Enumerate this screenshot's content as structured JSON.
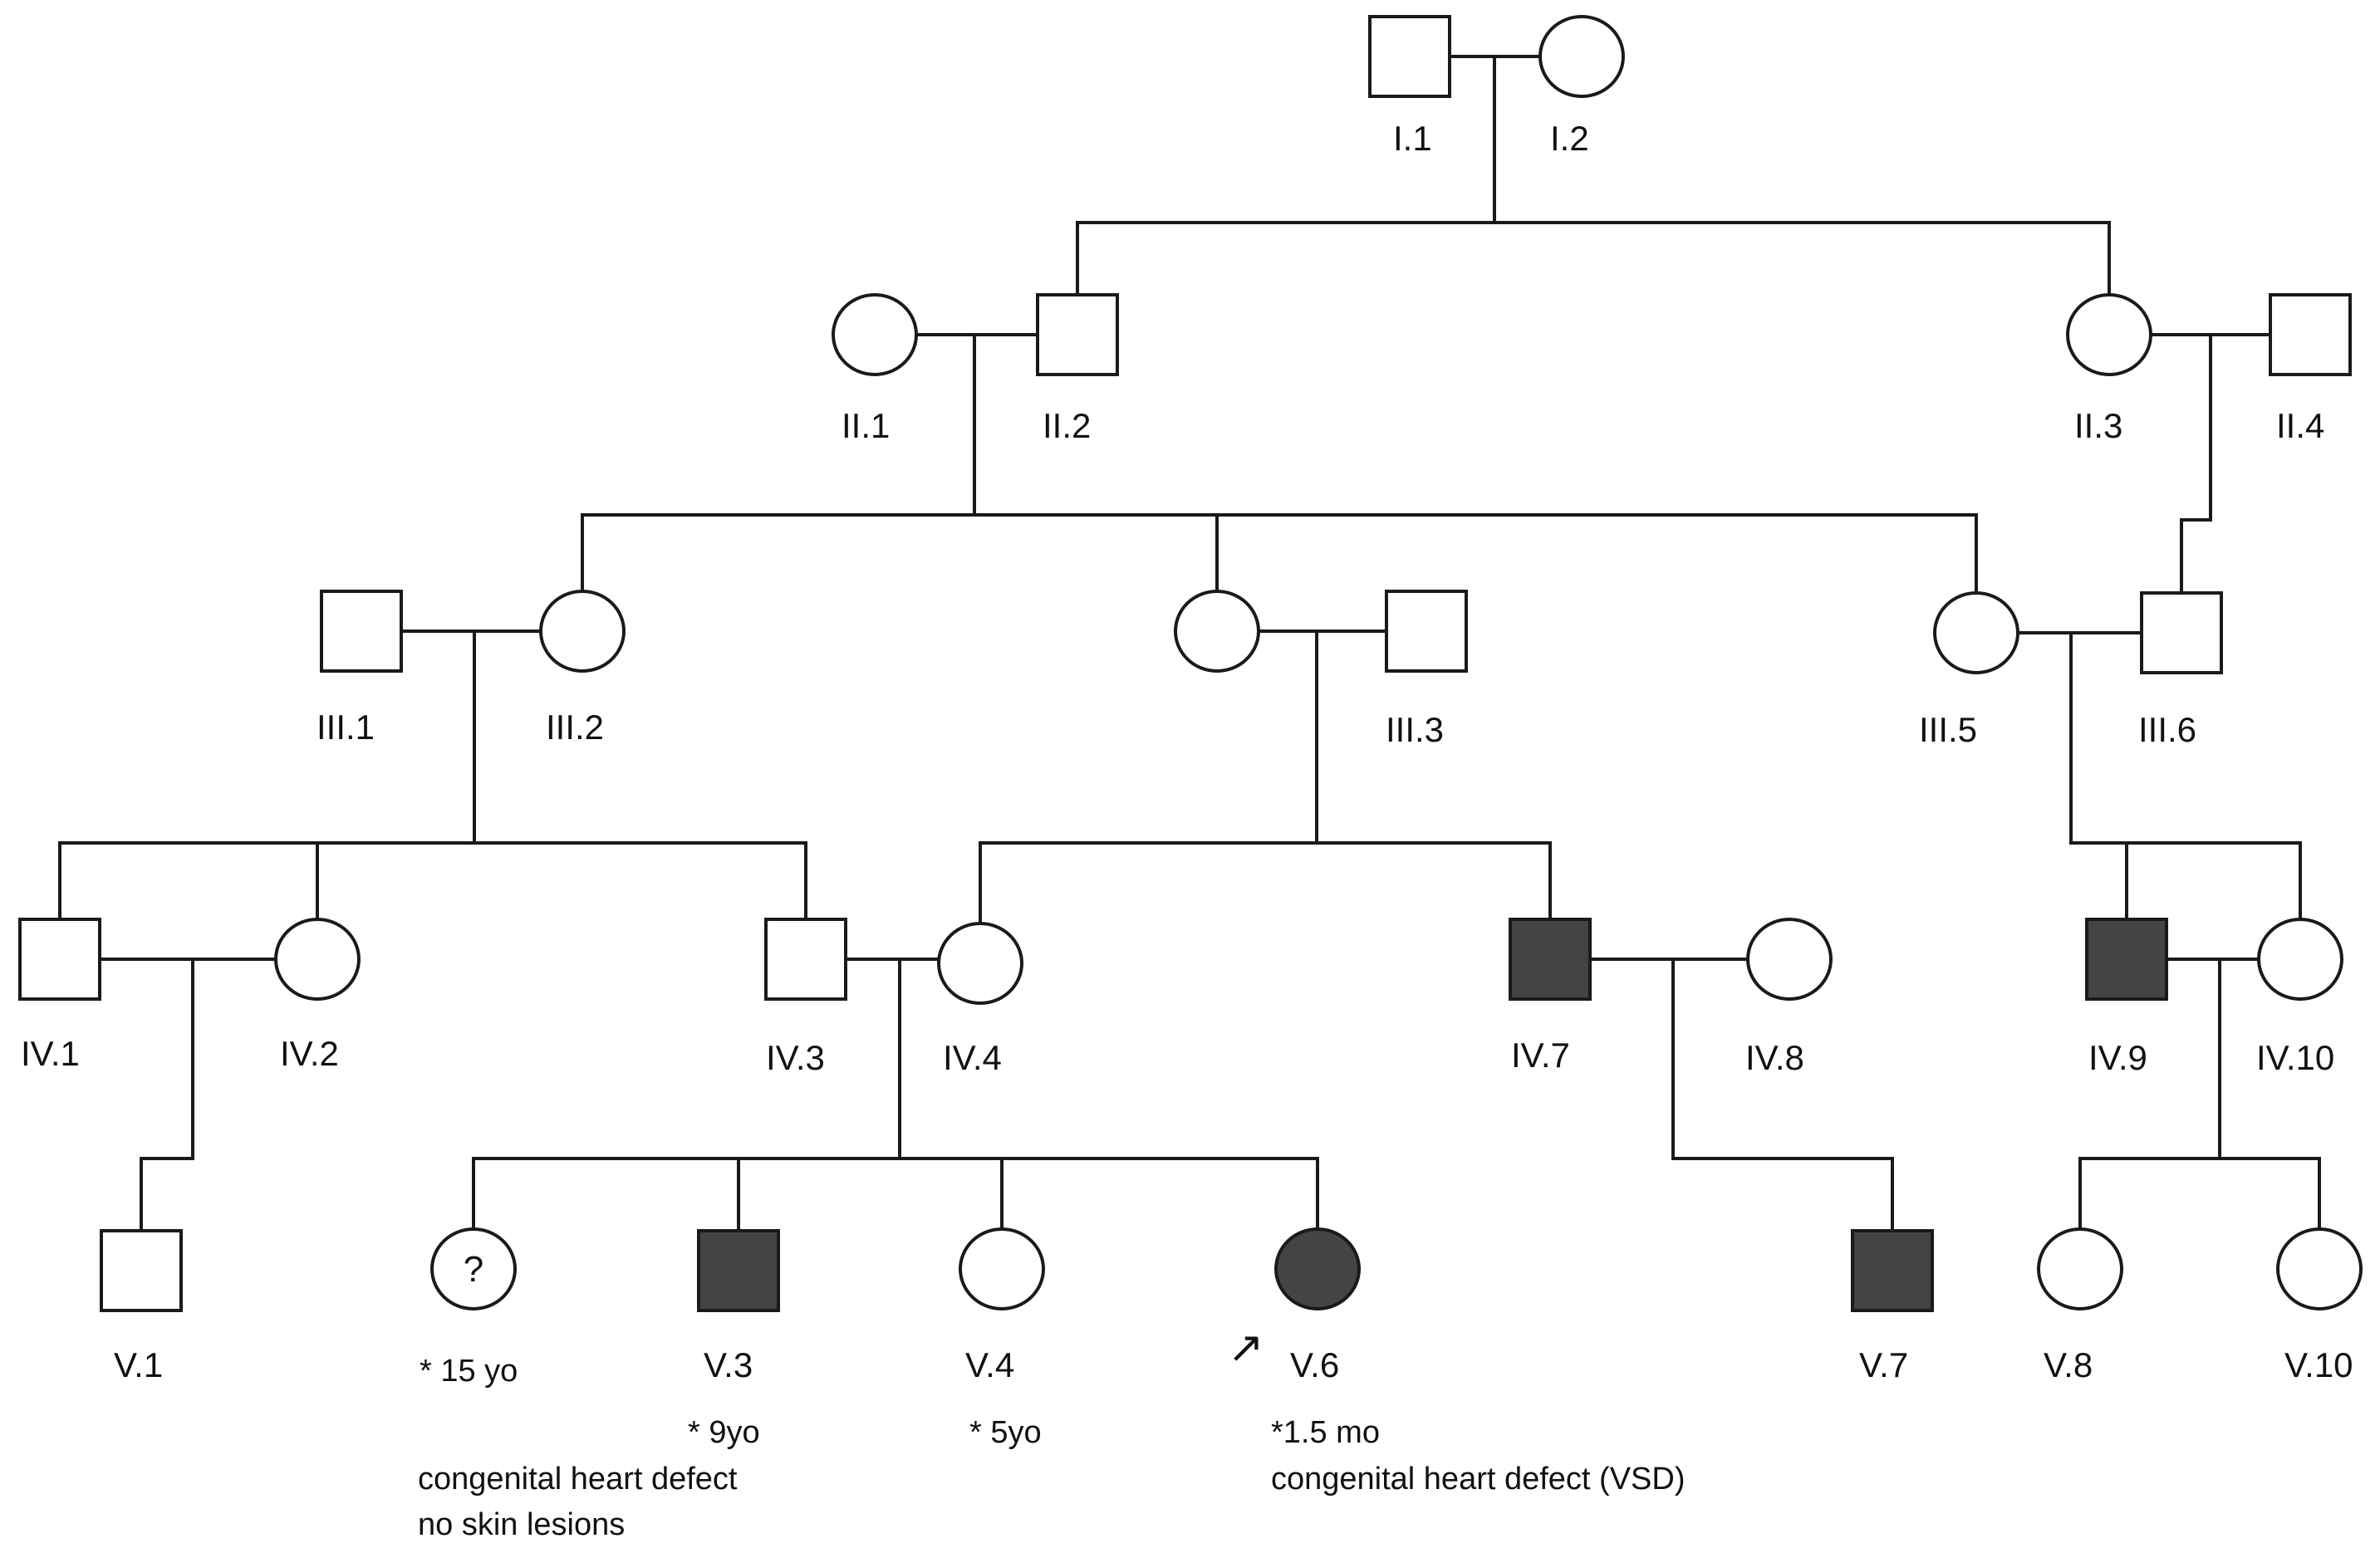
{
  "colors": {
    "line": "#1a1a1a",
    "affected_fill": "#444444",
    "unaffected_fill": "#ffffff"
  },
  "individuals": [
    {
      "id": "I1",
      "sex": "male",
      "affected": false,
      "label": "I.1"
    },
    {
      "id": "I2",
      "sex": "female",
      "affected": false,
      "label": "I.2"
    },
    {
      "id": "II1",
      "sex": "female",
      "affected": false,
      "label": "II.1"
    },
    {
      "id": "II2",
      "sex": "male",
      "affected": false,
      "label": "II.2"
    },
    {
      "id": "II3",
      "sex": "female",
      "affected": false,
      "label": "II.3"
    },
    {
      "id": "II4",
      "sex": "male",
      "affected": false,
      "label": "II.4"
    },
    {
      "id": "III1",
      "sex": "male",
      "affected": false,
      "label": "III.1"
    },
    {
      "id": "III2",
      "sex": "female",
      "affected": false,
      "label": "III.2"
    },
    {
      "id": "IIIf",
      "sex": "female",
      "affected": false,
      "label": ""
    },
    {
      "id": "III3",
      "sex": "male",
      "affected": false,
      "label": "III.3"
    },
    {
      "id": "III5",
      "sex": "female",
      "affected": false,
      "label": "III.5"
    },
    {
      "id": "III6",
      "sex": "male",
      "affected": false,
      "label": "III.6"
    },
    {
      "id": "IV1",
      "sex": "male",
      "affected": false,
      "label": "IV.1"
    },
    {
      "id": "IV2",
      "sex": "female",
      "affected": false,
      "label": "IV.2"
    },
    {
      "id": "IV3",
      "sex": "male",
      "affected": false,
      "label": "IV.3"
    },
    {
      "id": "IV4",
      "sex": "female",
      "affected": false,
      "label": "IV.4"
    },
    {
      "id": "IV7",
      "sex": "male",
      "affected": true,
      "label": "IV.7"
    },
    {
      "id": "IV8",
      "sex": "female",
      "affected": false,
      "label": "IV.8"
    },
    {
      "id": "IV9",
      "sex": "male",
      "affected": true,
      "label": "IV.9"
    },
    {
      "id": "IV10",
      "sex": "female",
      "affected": false,
      "label": "IV.10"
    },
    {
      "id": "V1",
      "sex": "male",
      "affected": false,
      "label": "V.1"
    },
    {
      "id": "V2",
      "sex": "female",
      "affected": false,
      "label": "",
      "unknown_mark": "?"
    },
    {
      "id": "V3",
      "sex": "male",
      "affected": true,
      "label": "V.3"
    },
    {
      "id": "V4",
      "sex": "female",
      "affected": false,
      "label": "V.4"
    },
    {
      "id": "V6",
      "sex": "female",
      "affected": true,
      "label": "V.6",
      "proband": true
    },
    {
      "id": "V7",
      "sex": "male",
      "affected": true,
      "label": "V.7"
    },
    {
      "id": "V8",
      "sex": "female",
      "affected": false,
      "label": "V.8"
    },
    {
      "id": "V10",
      "sex": "female",
      "affected": false,
      "label": "V.10"
    }
  ],
  "annotations": [
    {
      "id": "V2_age",
      "text": "* 15 yo"
    },
    {
      "id": "V3_age",
      "text": "* 9yo"
    },
    {
      "id": "V3_note1",
      "text": "congenital heart defect"
    },
    {
      "id": "V3_note2",
      "text": "no skin lesions"
    },
    {
      "id": "V4_age",
      "text": "* 5yo"
    },
    {
      "id": "V6_age",
      "text": "*1.5 mo"
    },
    {
      "id": "V6_note",
      "text": "congenital heart defect (VSD)"
    }
  ],
  "proband_arrow": "↗"
}
